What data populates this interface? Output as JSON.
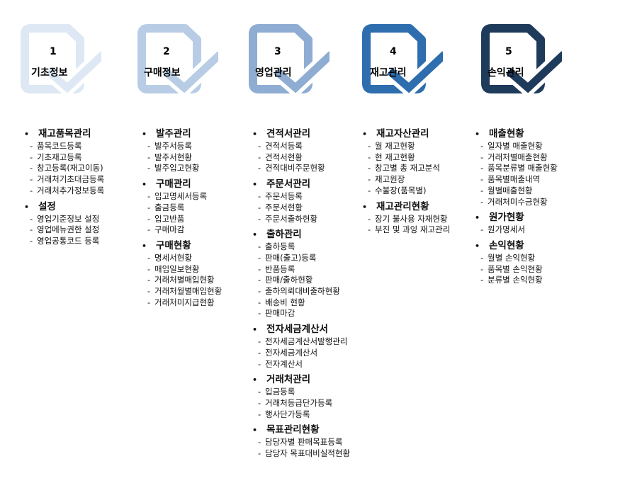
{
  "colors": {
    "step1": "#dde8f4",
    "step2": "#b8cde5",
    "step3": "#8fadd3",
    "step4": "#2e6eae",
    "step5": "#1f3b5c"
  },
  "steps": [
    {
      "num": "1",
      "label": "기초정보",
      "icon": "document-check-icon"
    },
    {
      "num": "2",
      "label": "구매정보",
      "icon": "document-check-icon"
    },
    {
      "num": "3",
      "label": "영업관리",
      "icon": "document-check-icon"
    },
    {
      "num": "4",
      "label": "재고관리",
      "icon": "document-check-icon"
    },
    {
      "num": "5",
      "label": "손익관리",
      "icon": "document-check-icon"
    }
  ],
  "bullet": "•",
  "dash": "-",
  "columns": [
    {
      "sections": [
        {
          "title": "재고품목관리",
          "items": [
            "품목코드등록",
            "기초재고등록",
            "창고등록(재고이동)",
            "거래처기초대금등록",
            "거래처추가정보등록"
          ]
        },
        {
          "title": "설정",
          "items": [
            "영업기준정보 설정",
            "영업메뉴권한 설정",
            "영업공통코드 등록"
          ]
        }
      ]
    },
    {
      "sections": [
        {
          "title": "발주관리",
          "items": [
            "발주서등록",
            "발주서현황",
            "발주입고현황"
          ]
        },
        {
          "title": "구매관리",
          "items": [
            "입고명세서등록",
            "출금등록",
            "입고반품",
            "구매마감"
          ]
        },
        {
          "title": "구매현황",
          "items": [
            "명세서현황",
            "매입일보현황",
            "거래처별매입현황",
            "거래처월별매입현황",
            "거래처미지급현황"
          ]
        }
      ]
    },
    {
      "sections": [
        {
          "title": "견적서관리",
          "items": [
            "견적서등록",
            "견적서현황",
            "견적대비주문현황"
          ]
        },
        {
          "title": "주문서관리",
          "items": [
            "주문서등록",
            "주문서현황",
            "주문서출하현황"
          ]
        },
        {
          "title": "출하관리",
          "items": [
            "출하등록",
            "판매(출고)등록",
            "반품등록",
            "판매/출하현황",
            "출하의뢰대비출하현황",
            "배송비 현황",
            "판매마감"
          ]
        },
        {
          "title": "전자세금계산서",
          "items": [
            "전자세금계산서발행관리",
            "전자세금계산서",
            "전자계산서"
          ]
        },
        {
          "title": "거래처관리",
          "items": [
            "입금등록",
            "거래처등급단가등록",
            "행사단가등록"
          ]
        },
        {
          "title": "목표관리현황",
          "items": [
            "담당자별 판매목표등록",
            "담당자 목표대비실적현황"
          ]
        }
      ]
    },
    {
      "sections": [
        {
          "title": "재고자산관리",
          "items": [
            "월 재고현황",
            "현 재고현황",
            "창고별 총 재고분석",
            "재고원장",
            "수불장(품목별)"
          ]
        },
        {
          "title": "재고관리현황",
          "items": [
            "장기 불사용 자재현황",
            "부진 및 과잉 재고관리"
          ]
        }
      ]
    },
    {
      "sections": [
        {
          "title": "매출현황",
          "items": [
            "일자별 매출현황",
            "거래처별매출현황",
            "품목분류별 매출현황",
            "품목별매출내역",
            "월별매출현황",
            "거래처미수금현황"
          ]
        },
        {
          "title": "원가현황",
          "items": [
            "원가명세서"
          ]
        },
        {
          "title": "손익현황",
          "items": [
            "월별 손익현황",
            "품목별 손익현황",
            "분류별 손익현황"
          ]
        }
      ]
    }
  ]
}
